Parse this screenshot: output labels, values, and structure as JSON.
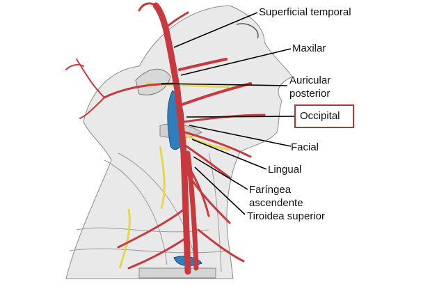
{
  "labels": {
    "superficial_temporal": "Superficial temporal",
    "maxilar": "Maxilar",
    "auricular_line1": "Auricular",
    "auricular_line2": "posterior",
    "occipital": "Occipital",
    "facial": "Facial",
    "lingual": "Lingual",
    "faringea_line1": "Faríngea",
    "faringea_line2": "ascendente",
    "tiroidea_superior": "Tiroidea superior"
  },
  "highlight": {
    "target": "occipital",
    "border_color": "#cc2b2b"
  },
  "colors": {
    "artery": "#c8393e",
    "vein": "#2f7fbf",
    "nerve": "#e7d64a",
    "tissue": "#bdbdbd",
    "leader_line": "#000000"
  },
  "icons": [
    "head-neck-illustration"
  ]
}
